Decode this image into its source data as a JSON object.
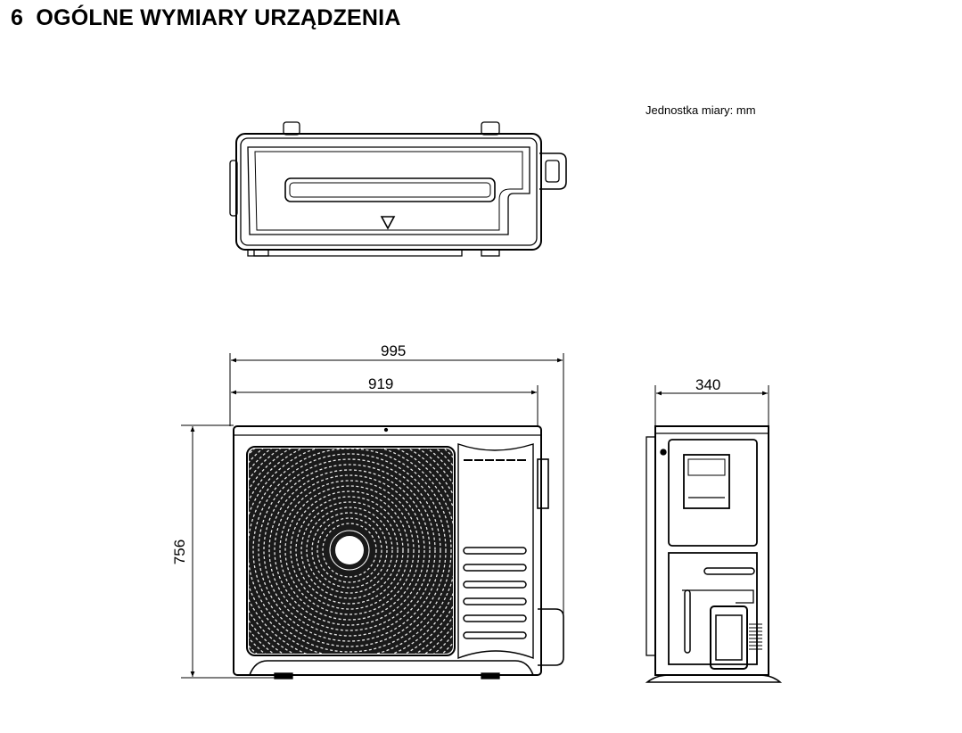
{
  "header": {
    "section_number": "6",
    "title": "OGÓLNE WYMIARY URZĄDZENIA"
  },
  "unit_note": "Jednostka miary: mm",
  "dimensions": {
    "total_width": "995",
    "body_width": "919",
    "height": "756",
    "depth": "340"
  }
}
